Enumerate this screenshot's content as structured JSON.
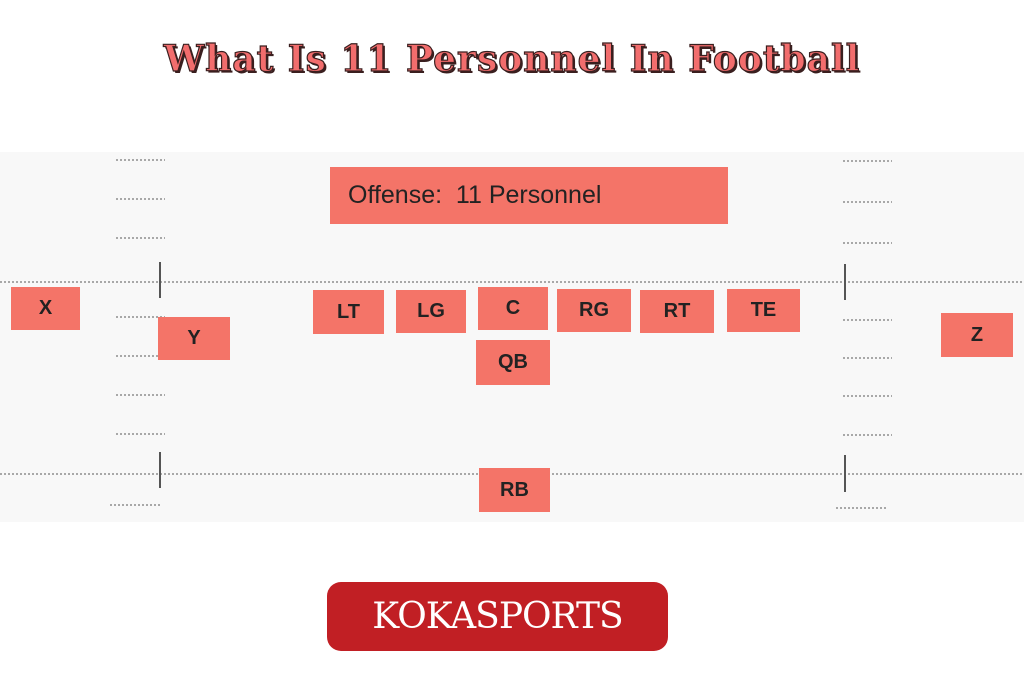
{
  "title": "What Is 11 Personnel In Football",
  "diagram": {
    "label": "Offense:  11 Personnel",
    "positions": {
      "x": "X",
      "y": "Y",
      "lt": "LT",
      "lg": "LG",
      "c": "C",
      "rg": "RG",
      "rt": "RT",
      "te": "TE",
      "qb": "QB",
      "rb": "RB",
      "z": "Z"
    }
  },
  "brand": {
    "logo_text": "KOKASPORTS"
  },
  "colors": {
    "title_fill": "#f26d6d",
    "position_box": "#f47468",
    "logo_background": "#c11f24",
    "field_background": "#f8f8f8"
  }
}
